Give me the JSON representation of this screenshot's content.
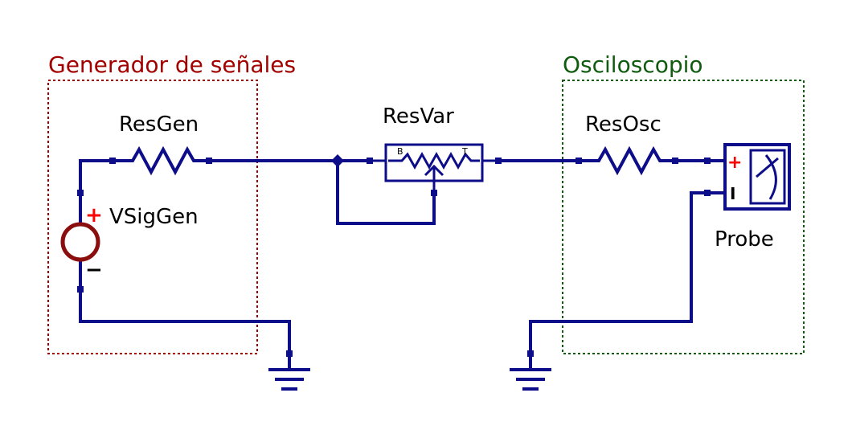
{
  "colors": {
    "wire": "#0d0d8a",
    "generator_group": "#a30000",
    "oscilloscope_group": "#0f5c0f",
    "source_body": "#8a0e0e",
    "polarity_plus": "#ff0000",
    "background": "#ffffff"
  },
  "groups": {
    "generator": {
      "label": "Generador de señales"
    },
    "oscilloscope": {
      "label": "Osciloscopio"
    }
  },
  "components": {
    "res_gen": {
      "label": "ResGen"
    },
    "vsig_gen": {
      "label": "VSigGen",
      "plus": "+",
      "minus": "−"
    },
    "res_var": {
      "label": "ResVar",
      "pin_b": "B",
      "pin_t": "T"
    },
    "res_osc": {
      "label": "ResOsc"
    },
    "probe": {
      "label": "Probe",
      "plus": "+",
      "minus": "I"
    }
  },
  "icons": [
    "resistor-icon",
    "potentiometer-icon",
    "voltage-source-icon",
    "meter-icon",
    "ground-icon"
  ]
}
